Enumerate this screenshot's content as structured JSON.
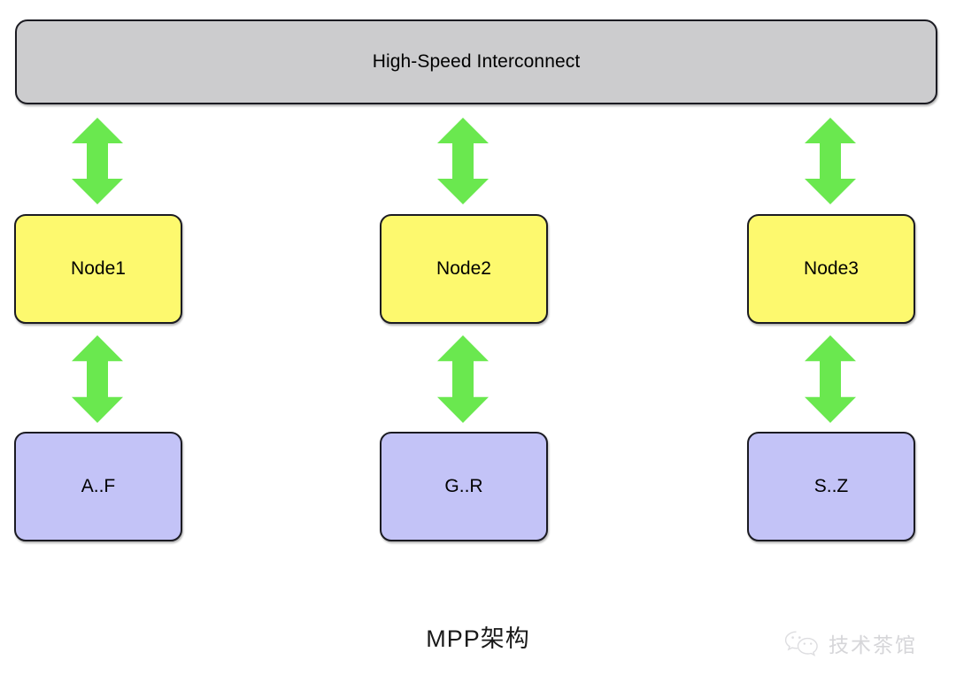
{
  "diagram": {
    "caption": "MPP架构",
    "colors": {
      "interconnect_fill": "#ccccce",
      "node_fill": "#fdf96e",
      "shard_fill": "#c3c3f7",
      "arrow_fill": "#6ae84f",
      "border": "#1b1b22",
      "background": "#ffffff",
      "watermark_text": "#bdbdc2"
    },
    "interconnect": {
      "label": "High-Speed Interconnect"
    },
    "columns": [
      {
        "node_label": "Node1",
        "shard_label": "A..F",
        "top_arrow_name": "arrow-interconnect-node1",
        "bottom_arrow_name": "arrow-node1-shard-af"
      },
      {
        "node_label": "Node2",
        "shard_label": "G..R",
        "top_arrow_name": "arrow-interconnect-node2",
        "bottom_arrow_name": "arrow-node2-shard-gr"
      },
      {
        "node_label": "Node3",
        "shard_label": "S..Z",
        "top_arrow_name": "arrow-interconnect-node3",
        "bottom_arrow_name": "arrow-node3-shard-sz"
      }
    ]
  },
  "watermark": {
    "text": "技术茶馆",
    "icon": "wechat-icon"
  }
}
